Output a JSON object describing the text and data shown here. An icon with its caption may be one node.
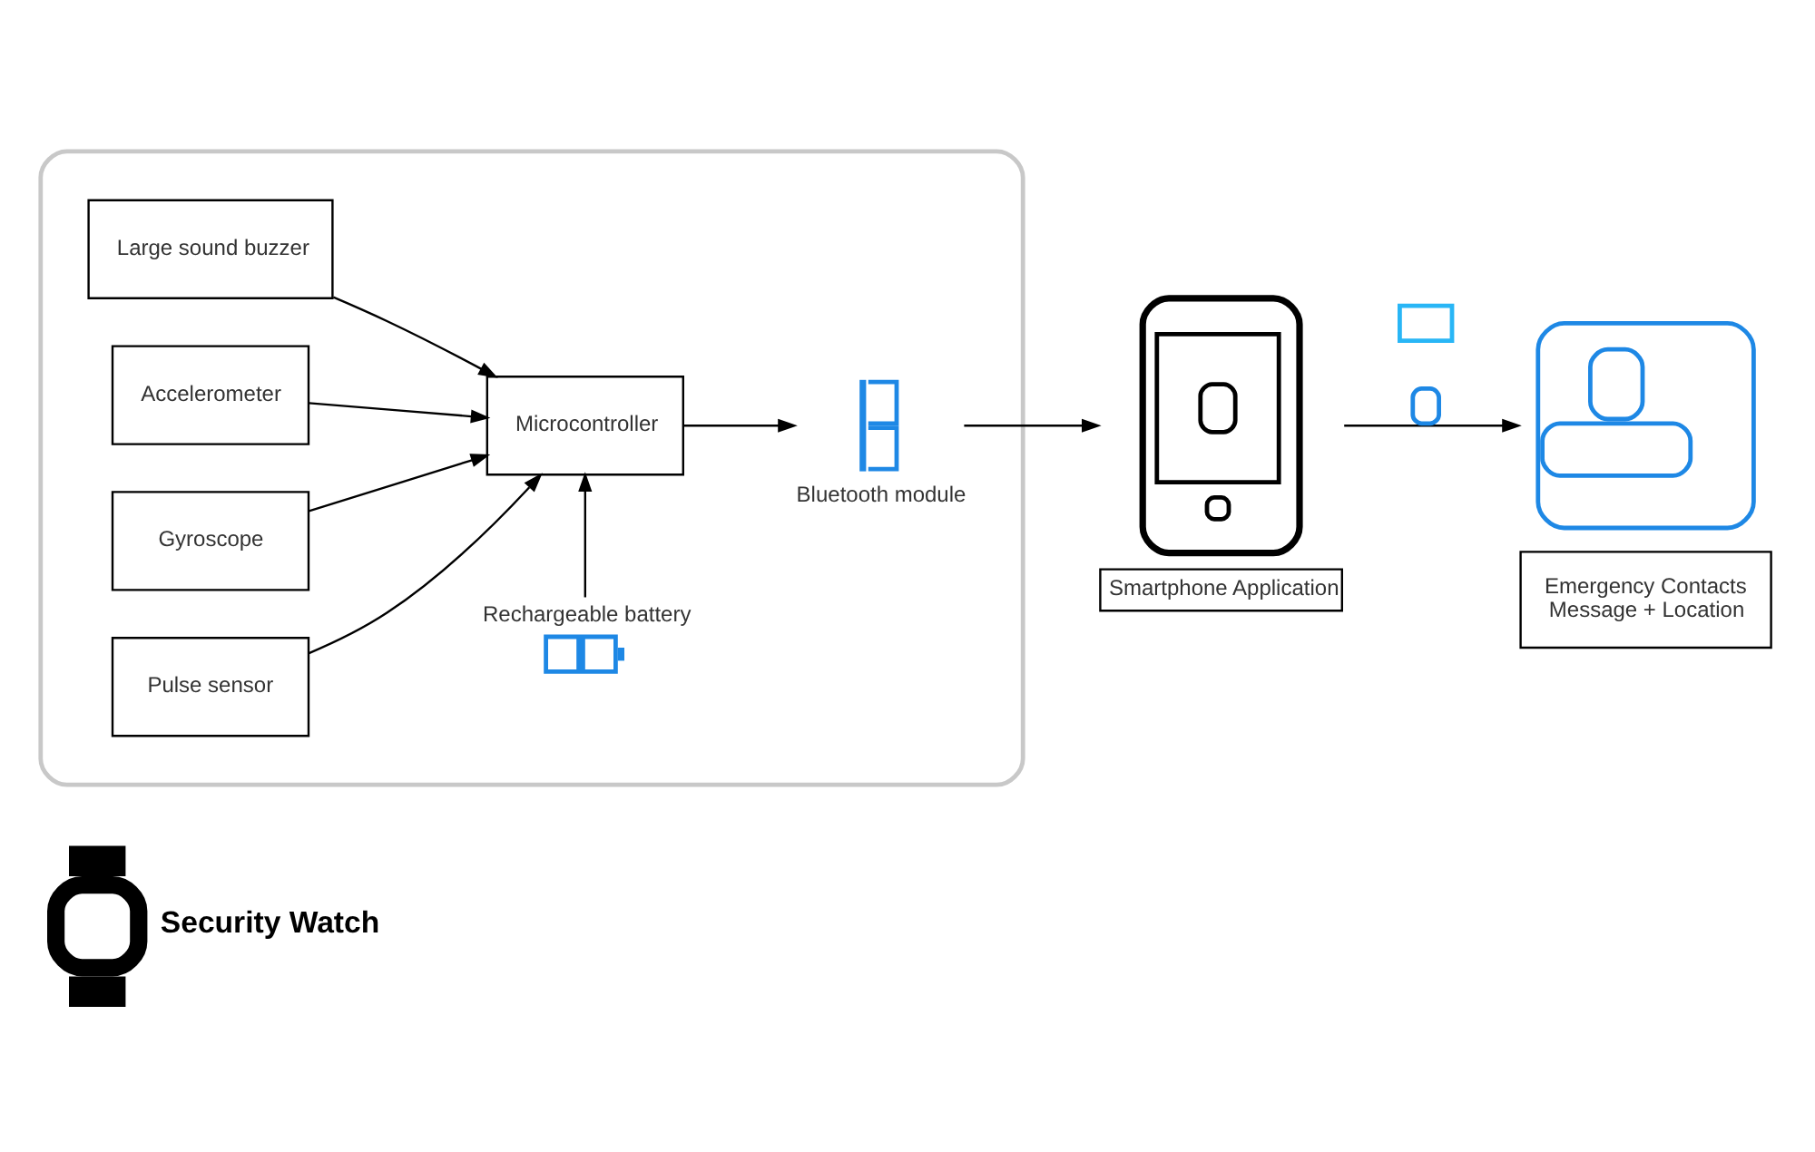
{
  "diagram": {
    "nodes": [
      {
        "text": [],
        "shape": "bubble"
      },
      {
        "text": [
          "Large sound buzzer"
        ],
        "in": 0
      },
      {
        "text": [
          "Accelerometer"
        ],
        "in": 0
      },
      {
        "text": [
          "Gyroscope"
        ],
        "in": 0
      },
      {
        "text": [
          "Pulse sensor"
        ],
        "in": 0
      },
      {
        "text": [
          "Rechargeable battery"
        ],
        "in": 0
      },
      {
        "text": [
          "Microcontroller"
        ],
        "in": 0
      },
      {
        "text": [
          "Bluetooth module"
        ],
        "in": 0
      },
      {
        "text": [
          "Smartphone Application"
        ]
      },
      {
        "text": [
          "Emergency Contacts",
          "Message + Location"
        ]
      },
      {
        "text": [
          "Security Watch"
        ]
      }
    ],
    "edges": [
      {
        "from": 1,
        "to": 6,
        "arrow": "to"
      },
      {
        "from": 2,
        "to": 6,
        "arrow": "to"
      },
      {
        "from": 3,
        "to": 6,
        "arrow": "to"
      },
      {
        "from": 4,
        "to": 6,
        "arrow": "to"
      },
      {
        "from": 5,
        "to": 6,
        "arrow": "to"
      },
      {
        "from": 6,
        "to": 7,
        "arrow": "to"
      },
      {
        "from": 7,
        "to": 8,
        "arrow": "to"
      },
      {
        "from": 8,
        "to": 9,
        "arrow": "to"
      }
    ]
  }
}
